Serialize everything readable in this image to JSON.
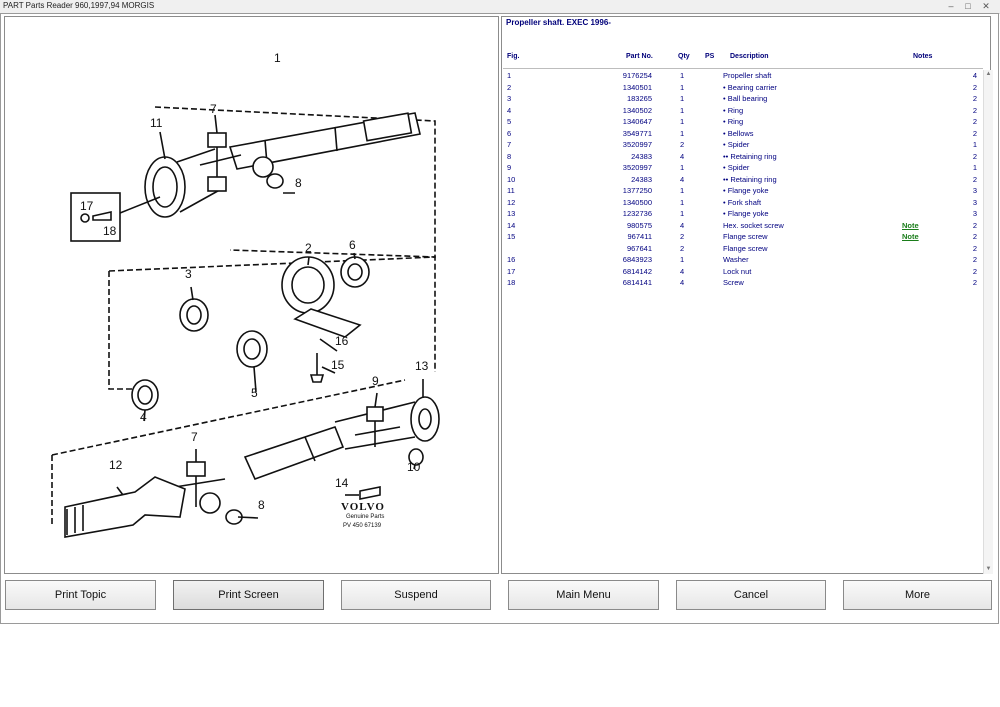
{
  "window": {
    "title": "PART Parts Reader 960,1997,94 MORGIS",
    "minimize": "–",
    "maximize": "□",
    "close": "✕"
  },
  "diagram": {
    "top_label": "1",
    "callouts": {
      "c1": "11",
      "c2": "7",
      "c3": "8",
      "c4": "17",
      "c5": "18",
      "c6": "2",
      "c7": "6",
      "c8": "3",
      "c9": "16",
      "c10": "15",
      "c11": "5",
      "c12": "4",
      "c13": "13",
      "c14": "9",
      "c15": "7",
      "c16": "12",
      "c17": "10",
      "c18": "14",
      "c19": "8"
    },
    "brand": "VOLVO",
    "brand_sub": "Genuine Parts",
    "code": "PV 450 67139"
  },
  "parts": {
    "title": "Propeller shaft. EXEC 1996-",
    "columns": {
      "fig": "Fig.",
      "part_no": "Part No.",
      "qty": "Qty",
      "ps": "PS",
      "description": "Description",
      "notes": "Notes"
    },
    "rows": [
      {
        "fig": "1",
        "part_no": "9176254",
        "qty": "1",
        "desc": "Propeller shaft",
        "note": "",
        "ref": "4"
      },
      {
        "fig": "2",
        "part_no": "1340501",
        "qty": "1",
        "desc": "• Bearing carrier",
        "note": "",
        "ref": "2"
      },
      {
        "fig": "3",
        "part_no": "183265",
        "qty": "1",
        "desc": "• Ball bearing",
        "note": "",
        "ref": "2"
      },
      {
        "fig": "4",
        "part_no": "1340502",
        "qty": "1",
        "desc": "• Ring",
        "note": "",
        "ref": "2"
      },
      {
        "fig": "5",
        "part_no": "1340647",
        "qty": "1",
        "desc": "• Ring",
        "note": "",
        "ref": "2"
      },
      {
        "fig": "6",
        "part_no": "3549771",
        "qty": "1",
        "desc": "• Bellows",
        "note": "",
        "ref": "2"
      },
      {
        "fig": "7",
        "part_no": "3520997",
        "qty": "2",
        "desc": "• Spider",
        "note": "",
        "ref": "1"
      },
      {
        "fig": "8",
        "part_no": "24383",
        "qty": "4",
        "desc": "•• Retaining ring",
        "note": "",
        "ref": "2"
      },
      {
        "fig": "9",
        "part_no": "3520997",
        "qty": "1",
        "desc": "• Spider",
        "note": "",
        "ref": "1"
      },
      {
        "fig": "10",
        "part_no": "24383",
        "qty": "4",
        "desc": "•• Retaining ring",
        "note": "",
        "ref": "2"
      },
      {
        "fig": "11",
        "part_no": "1377250",
        "qty": "1",
        "desc": "• Flange yoke",
        "note": "",
        "ref": "3"
      },
      {
        "fig": "12",
        "part_no": "1340500",
        "qty": "1",
        "desc": "• Fork shaft",
        "note": "",
        "ref": "3"
      },
      {
        "fig": "13",
        "part_no": "1232736",
        "qty": "1",
        "desc": "• Flange yoke",
        "note": "",
        "ref": "3"
      },
      {
        "fig": "14",
        "part_no": "980575",
        "qty": "4",
        "desc": "Hex. socket screw",
        "note": "Note",
        "ref": "2"
      },
      {
        "fig": "15",
        "part_no": "967411",
        "qty": "2",
        "desc": "Flange screw",
        "note": "Note",
        "ref": "2"
      },
      {
        "fig": "",
        "part_no": "967641",
        "qty": "2",
        "desc": "Flange screw",
        "note": "",
        "ref": "2"
      },
      {
        "fig": "16",
        "part_no": "6843923",
        "qty": "1",
        "desc": "Washer",
        "note": "",
        "ref": "2"
      },
      {
        "fig": "17",
        "part_no": "6814142",
        "qty": "4",
        "desc": "Lock nut",
        "note": "",
        "ref": "2"
      },
      {
        "fig": "18",
        "part_no": "6814141",
        "qty": "4",
        "desc": "Screw",
        "note": "",
        "ref": "2"
      }
    ]
  },
  "buttons": {
    "print_topic": "Print Topic",
    "print_screen": "Print Screen",
    "suspend": "Suspend",
    "main_menu": "Main Menu",
    "cancel": "Cancel",
    "more": "More"
  }
}
